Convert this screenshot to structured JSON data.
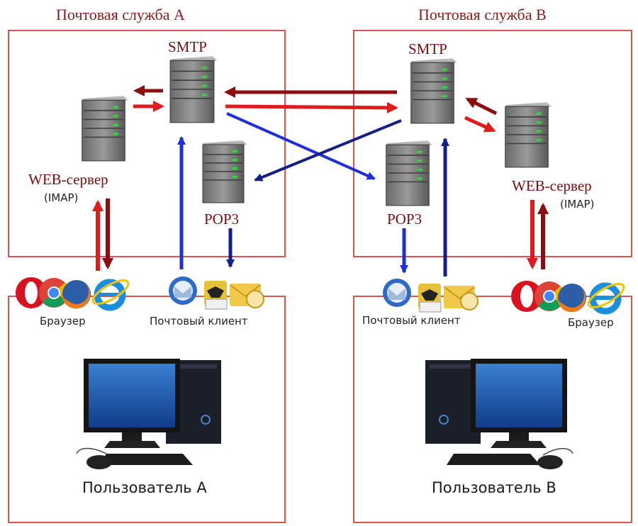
{
  "service_a": {
    "title": "Почтовая служба А",
    "smtp": "SMTP",
    "pop3": "POP3",
    "web_server": "WEB-сервер",
    "imap": "(IMAP)"
  },
  "service_b": {
    "title": "Почтовая служба В",
    "smtp": "SMTP",
    "pop3": "POP3",
    "web_server": "WEB-сервер",
    "imap": "(IMAP)"
  },
  "user_a": {
    "browser_label": "Браузер",
    "mail_client_label": "Почтовый клиент",
    "name": "Пользователь А"
  },
  "user_b": {
    "browser_label": "Браузер",
    "mail_client_label": "Почтовый клиент",
    "name": "Пользователь В"
  },
  "colors": {
    "box_border": "#d9534f",
    "arrow_red": "#e01b1b",
    "arrow_dark_red": "#8b0f0f",
    "arrow_blue": "#1f2fd6",
    "arrow_dark_blue": "#14208a",
    "title": "#8b1a1a"
  },
  "icons": [
    "server-icon",
    "opera-icon",
    "chrome-icon",
    "firefox-icon",
    "ie-icon",
    "thunderbird-icon",
    "thebat-icon",
    "outlook-icon",
    "computer-icon"
  ]
}
